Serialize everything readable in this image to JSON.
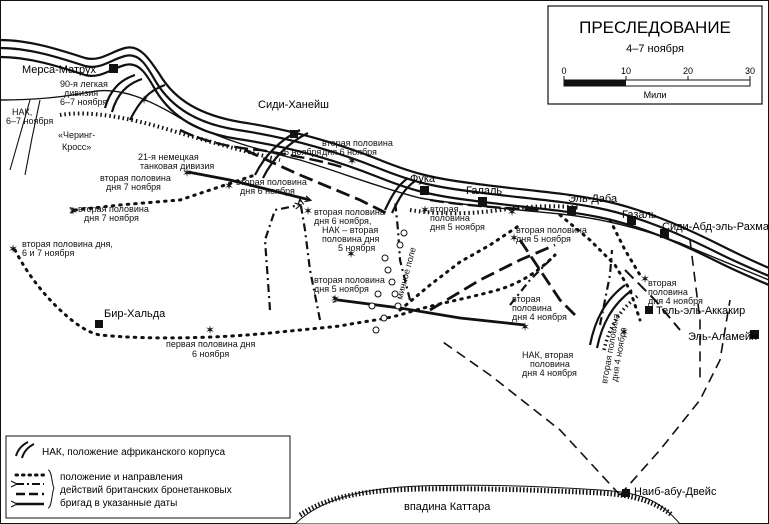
{
  "title": {
    "main": "ПРЕСЛЕДОВАНИЕ",
    "dates": "4–7 ноября"
  },
  "scale": {
    "ticks": [
      "0",
      "10",
      "20",
      "30"
    ],
    "unit": "Мили"
  },
  "places": {
    "mersa_matruh": "Мерса-Матрух",
    "sidi_haneish": "Сиди-Ханейш",
    "fuka": "Фука",
    "galal": "Галаль",
    "el_daba": "Эль-Даба",
    "ghazal": "Газаль",
    "sidi_abd_el_rahman": "Сиди-Абд-эль-Рахман",
    "tel_el_aqqaqir": "Тель-эль-Аккакир",
    "el_alamein": "Эль-Аламейн",
    "bir_khalda": "Бир-Хальда",
    "charing_cross": "«Черинг-Кросс»",
    "naqb_abu_dweis": "Наиб-абу-Двейс",
    "qattara": "впадина Каттара",
    "minefield": "минное поле"
  },
  "units": {
    "light_div_90": [
      "90-я легкая",
      "дивизия",
      "6–7 ноября"
    ],
    "nak_6_7": [
      "НАК,",
      "6–7 ноября"
    ],
    "nak_6nov": "6 ноября",
    "panzer_21": [
      "21-я немецкая",
      "танковая дивизия"
    ],
    "nak_4nov": [
      "НАК, вторая",
      "половина",
      "дня 4 ноября"
    ]
  },
  "annotations": {
    "a1": [
      "вторая половина",
      "дня 6 ноября"
    ],
    "a2": [
      "вторая половина",
      "дня 7 ноября"
    ],
    "a3": [
      "вторая половина",
      "дня 6 ноября"
    ],
    "a4": [
      "вторая половина",
      "дня 7 ноября"
    ],
    "a5": [
      "вторая половина",
      "дня 6 ноября,",
      "НАК – вторая",
      "половина дня",
      "5 ноября"
    ],
    "a6": [
      "вторая",
      "половина",
      "дня 5 ноября"
    ],
    "a7": [
      "вторая половина",
      "дня 5 ноября"
    ],
    "a8": [
      "вторая половина дня,",
      "6 и 7 ноября"
    ],
    "a9": [
      "вторая половина",
      "дня 5 ноября"
    ],
    "a10": [
      "вторая",
      "половина",
      "дня 4 ноября"
    ],
    "a11": [
      "вторая",
      "половина",
      "дня 4 ноября"
    ],
    "a12": [
      "первая половина дня",
      "6 ноября"
    ],
    "a13": [
      "вторая половина",
      "дня 4 ноября"
    ]
  },
  "legend": {
    "nak": "НАК, положение африканского корпуса",
    "brit": [
      "положение и направления",
      "действий британских бронетанковых",
      "бригад в указанные даты"
    ]
  },
  "colors": {
    "ink": "#111111",
    "paper": "#ffffff",
    "hatch": "#222222"
  }
}
